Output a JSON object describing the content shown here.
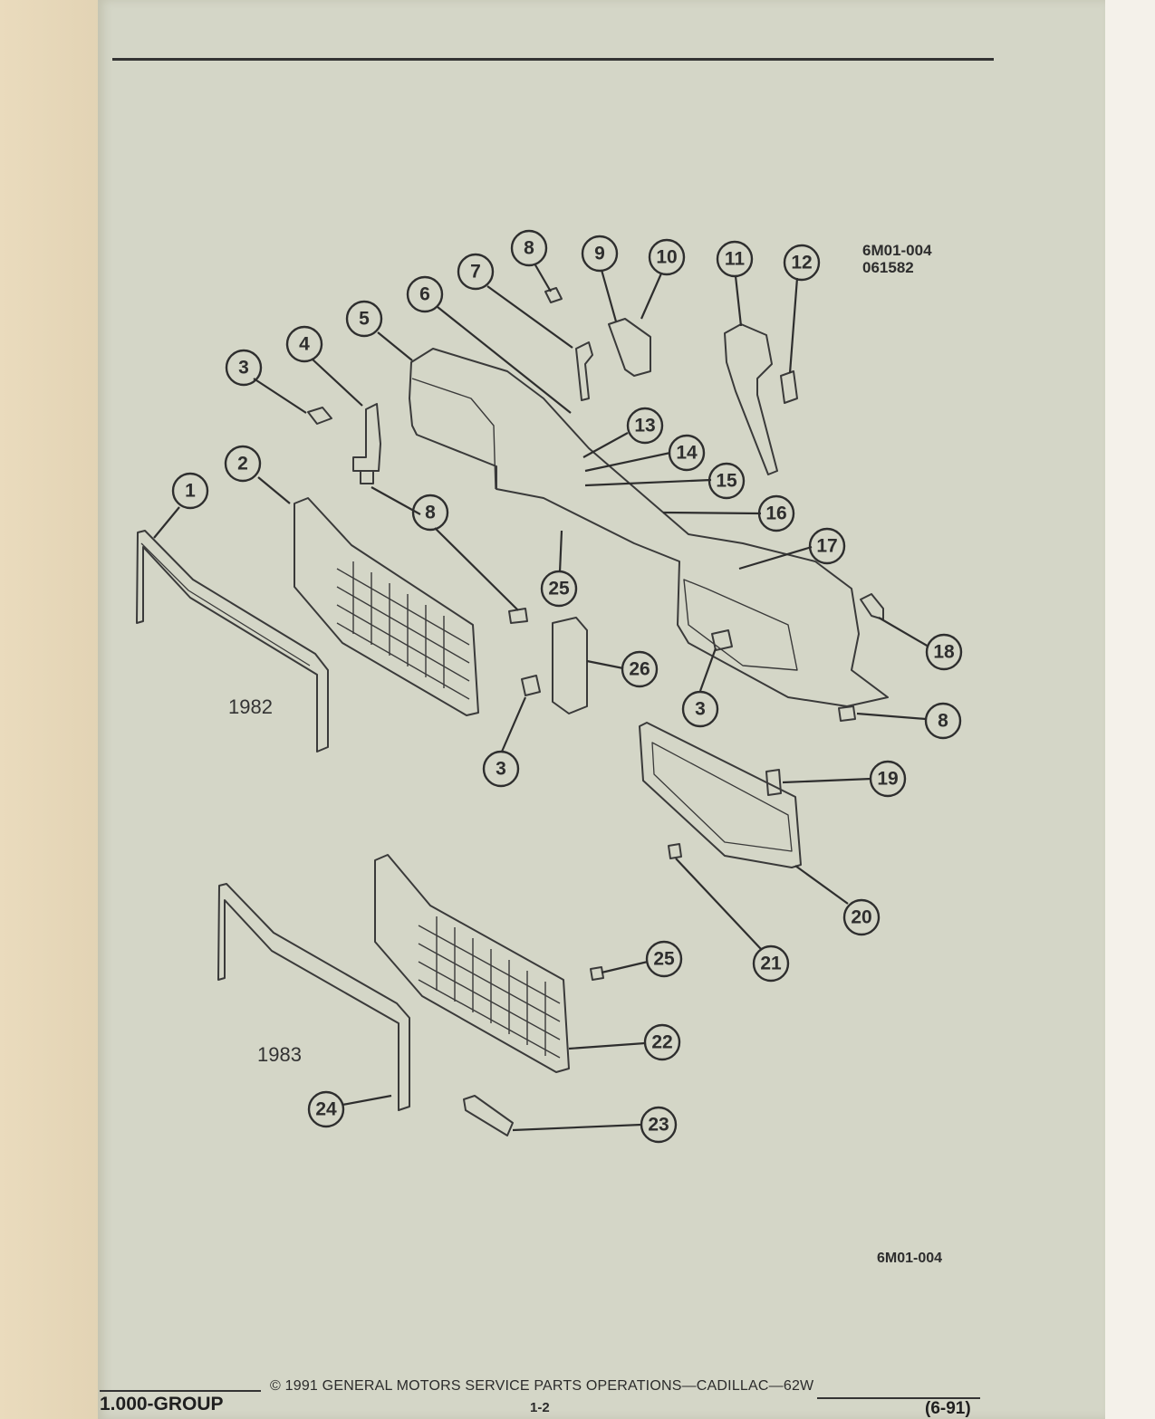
{
  "figure": {
    "code_top_line1": "6M01-004",
    "code_top_line2": "061582",
    "code_bottom": "6M01-004"
  },
  "labels": {
    "year_1982": "1982",
    "year_1983": "1983"
  },
  "callouts": [
    "1",
    "2",
    "3",
    "4",
    "5",
    "6",
    "7",
    "8",
    "9",
    "10",
    "11",
    "12",
    "13",
    "14",
    "15",
    "16",
    "17",
    "18",
    "19",
    "20",
    "21",
    "22",
    "23",
    "24",
    "25",
    "26"
  ],
  "footer": {
    "group": "1.000-GROUP",
    "copyright": "© 1991  GENERAL MOTORS SERVICE PARTS OPERATIONS—CADILLAC—62W",
    "page": "1-2",
    "date": "(6-91)"
  }
}
